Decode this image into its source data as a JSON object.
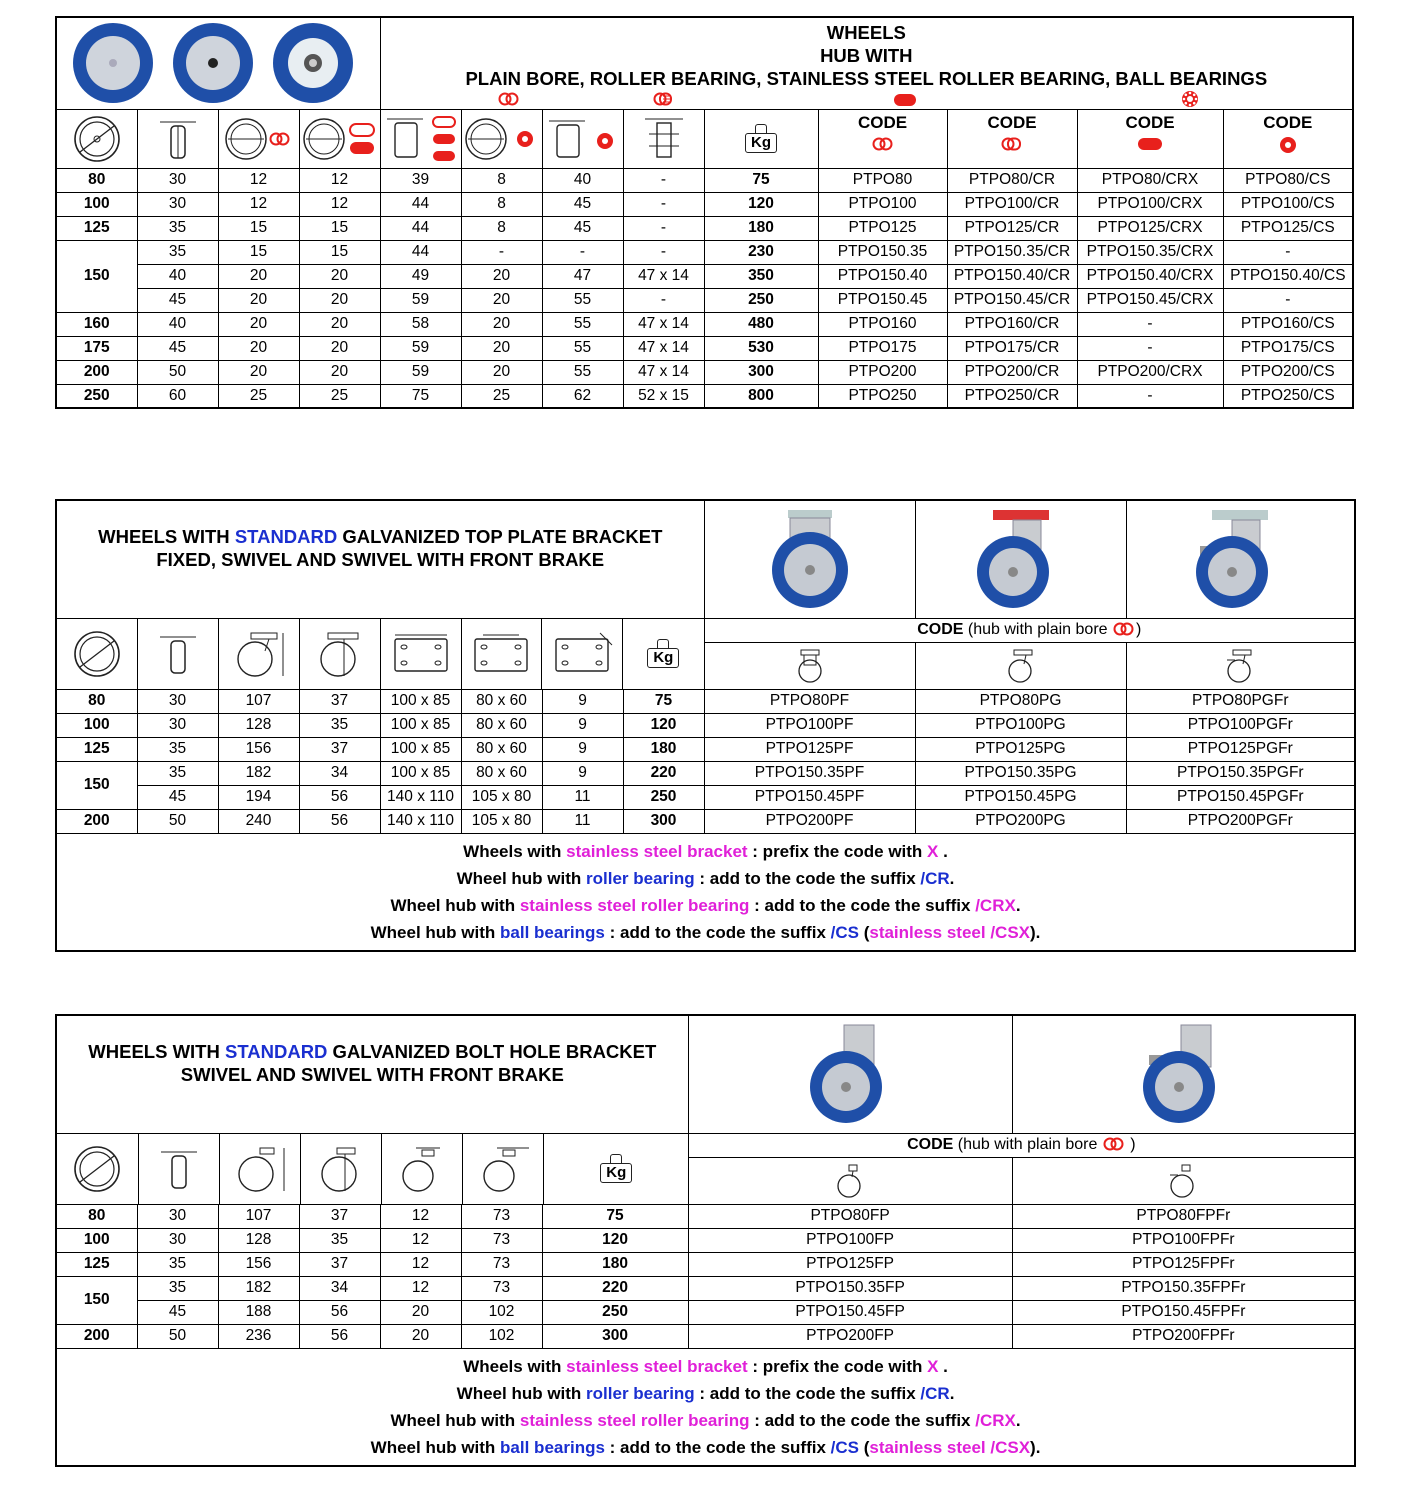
{
  "table1": {
    "title_lines": [
      "WHEELS",
      "HUB WITH",
      "PLAIN BORE, ROLLER BEARING, STAINLESS STEEL ROLLER BEARING, BALL BEARINGS"
    ],
    "code_label": "CODE",
    "rows": [
      [
        "80",
        "30",
        "12",
        "12",
        "39",
        "8",
        "40",
        "-",
        "75",
        "PTPO80",
        "PTPO80/CR",
        "PTPO80/CRX",
        "PTPO80/CS"
      ],
      [
        "100",
        "30",
        "12",
        "12",
        "44",
        "8",
        "45",
        "-",
        "120",
        "PTPO100",
        "PTPO100/CR",
        "PTPO100/CRX",
        "PTPO100/CS"
      ],
      [
        "125",
        "35",
        "15",
        "15",
        "44",
        "8",
        "45",
        "-",
        "180",
        "PTPO125",
        "PTPO125/CR",
        "PTPO125/CRX",
        "PTPO125/CS"
      ],
      [
        "150",
        "35",
        "15",
        "15",
        "44",
        "-",
        "-",
        "-",
        "230",
        "PTPO150.35",
        "PTPO150.35/CR",
        "PTPO150.35/CRX",
        "-"
      ],
      [
        "",
        "40",
        "20",
        "20",
        "49",
        "20",
        "47",
        "47 x 14",
        "350",
        "PTPO150.40",
        "PTPO150.40/CR",
        "PTPO150.40/CRX",
        "PTPO150.40/CS"
      ],
      [
        "",
        "45",
        "20",
        "20",
        "59",
        "20",
        "55",
        "-",
        "250",
        "PTPO150.45",
        "PTPO150.45/CR",
        "PTPO150.45/CRX",
        "-"
      ],
      [
        "160",
        "40",
        "20",
        "20",
        "58",
        "20",
        "55",
        "47 x 14",
        "480",
        "PTPO160",
        "PTPO160/CR",
        "-",
        "PTPO160/CS"
      ],
      [
        "175",
        "45",
        "20",
        "20",
        "59",
        "20",
        "55",
        "47 x 14",
        "530",
        "PTPO175",
        "PTPO175/CR",
        "-",
        "PTPO175/CS"
      ],
      [
        "200",
        "50",
        "20",
        "20",
        "59",
        "20",
        "55",
        "47 x 14",
        "300",
        "PTPO200",
        "PTPO200/CR",
        "PTPO200/CRX",
        "PTPO200/CS"
      ],
      [
        "250",
        "60",
        "25",
        "25",
        "75",
        "25",
        "62",
        "52 x 15",
        "800",
        "PTPO250",
        "PTPO250/CR",
        "-",
        "PTPO250/CS"
      ]
    ]
  },
  "table2": {
    "title_a": "WHEELS WITH ",
    "title_b": "STANDARD",
    "title_c": "  GALVANIZED TOP PLATE BRACKET",
    "title_line2": "FIXED, SWIVEL AND SWIVEL WITH FRONT BRAKE",
    "code_bold": "CODE",
    "code_rest": " (hub with plain bore ",
    "code_end": ")",
    "rows": [
      [
        "80",
        "30",
        "107",
        "37",
        "100 x 85",
        "80 x 60",
        "9",
        "75",
        "PTPO80PF",
        "PTPO80PG",
        "PTPO80PGFr"
      ],
      [
        "100",
        "30",
        "128",
        "35",
        "100 x 85",
        "80 x 60",
        "9",
        "120",
        "PTPO100PF",
        "PTPO100PG",
        "PTPO100PGFr"
      ],
      [
        "125",
        "35",
        "156",
        "37",
        "100 x 85",
        "80 x 60",
        "9",
        "180",
        "PTPO125PF",
        "PTPO125PG",
        "PTPO125PGFr"
      ],
      [
        "150",
        "35",
        "182",
        "34",
        "100 x 85",
        "80 x 60",
        "9",
        "220",
        "PTPO150.35PF",
        "PTPO150.35PG",
        "PTPO150.35PGFr"
      ],
      [
        "",
        "45",
        "194",
        "56",
        "140 x 110",
        "105 x 80",
        "11",
        "250",
        "PTPO150.45PF",
        "PTPO150.45PG",
        "PTPO150.45PGFr"
      ],
      [
        "200",
        "50",
        "240",
        "56",
        "140 x 110",
        "105 x 80",
        "11",
        "300",
        "PTPO200PF",
        "PTPO200PG",
        "PTPO200PGFr"
      ]
    ]
  },
  "table3": {
    "title_a": "WHEELS WITH ",
    "title_b": "STANDARD",
    "title_c": " GALVANIZED BOLT HOLE BRACKET",
    "title_line2": "SWIVEL AND SWIVEL WITH FRONT BRAKE",
    "code_bold": "CODE",
    "code_rest": " (hub with plain bore ",
    "code_end": " )",
    "rows": [
      [
        "80",
        "30",
        "107",
        "37",
        "12",
        "73",
        "75",
        "PTPO80FP",
        "PTPO80FPFr"
      ],
      [
        "100",
        "30",
        "128",
        "35",
        "12",
        "73",
        "120",
        "PTPO100FP",
        "PTPO100FPFr"
      ],
      [
        "125",
        "35",
        "156",
        "37",
        "12",
        "73",
        "180",
        "PTPO125FP",
        "PTPO125FPFr"
      ],
      [
        "150",
        "35",
        "182",
        "34",
        "12",
        "73",
        "220",
        "PTPO150.35FP",
        "PTPO150.35FPFr"
      ],
      [
        "",
        "45",
        "188",
        "56",
        "20",
        "102",
        "250",
        "PTPO150.45FP",
        "PTPO150.45FPFr"
      ],
      [
        "200",
        "50",
        "236",
        "56",
        "20",
        "102",
        "300",
        "PTPO200FP",
        "PTPO200FPFr"
      ]
    ]
  },
  "notes": {
    "n1a": "Wheels with ",
    "n1b": "stainless steel bracket",
    "n1c": " : prefix the code with ",
    "n1d": "X",
    "n1e": " .",
    "n2a": "Wheel hub with ",
    "n2b": "roller bearing",
    "n2c": "  : add to the code the suffix ",
    "n2d": "/CR",
    "n2e": ".",
    "n3a": "Wheel hub with ",
    "n3b": "stainless steel roller bearing",
    "n3c": "  : add to the code the suffix ",
    "n3d": "/CRX",
    "n3e": ".",
    "n4a": "Wheel hub with ",
    "n4b": "ball bearings",
    "n4c": "  : add to the code the suffix ",
    "n4d": "/CS",
    "n4e": " (",
    "n4f": "stainless steel /CSX",
    "n4g": ")."
  },
  "icons": [
    "wheel-diameter-icon",
    "wheel-width-icon",
    "hub-plain-bore-icon",
    "hub-roller-bearing-icon",
    "stainless-roller-bearing-icon",
    "ball-bearing-icon",
    "kg-weight-icon",
    "caster-photo"
  ],
  "colors": {
    "pink": "#e020d8",
    "blue": "#1a2fd0",
    "red": "#e8201c",
    "wheel_blue": "#1f4fa8"
  }
}
